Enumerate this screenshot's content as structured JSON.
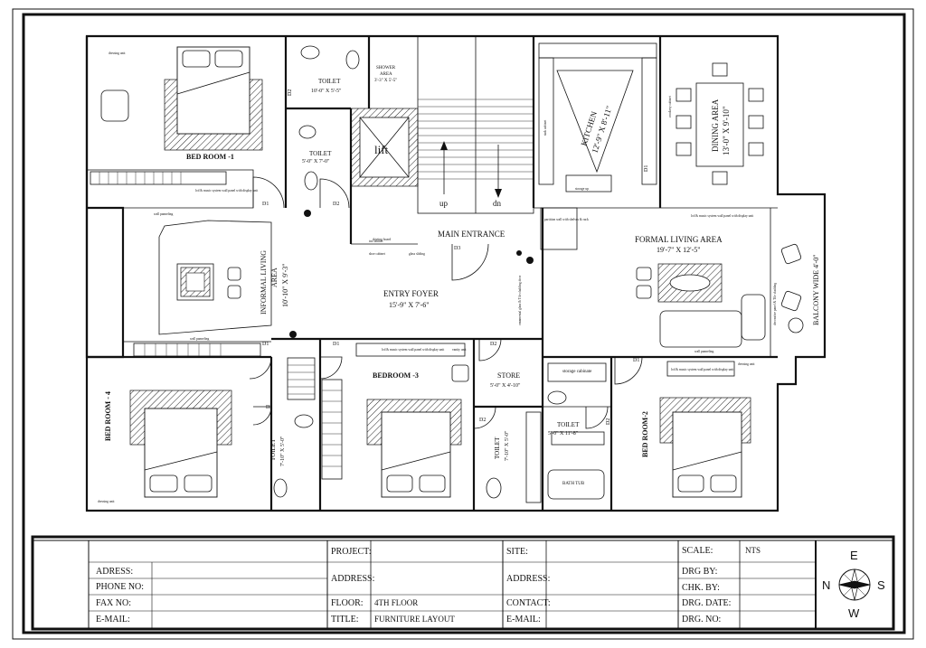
{
  "rooms": {
    "bed1": {
      "name": "BED ROOM -1"
    },
    "toilet1": {
      "name": "TOILET",
      "size": "10'-0\" X 5'-5\""
    },
    "shower": {
      "name": "SHOWER",
      "name2": "AREA",
      "size": "3'-3\" X 5'-5\""
    },
    "toilet2": {
      "name": "TOILET",
      "size": "5'-0\" X 7'-0\""
    },
    "lift": {
      "name": "lift"
    },
    "stair_up": "up",
    "stair_dn": "dn",
    "kitchen": {
      "name": "KITCHEN",
      "size": "12'-9\" X 8'-11\""
    },
    "dining": {
      "name": "DINING AREA",
      "size": "13'-0\" X 9'-10\""
    },
    "main_entrance": "MAIN ENTRANCE",
    "informal": {
      "name": "INFORMAL LIVING",
      "name2": "AREA",
      "size": "10'-10\" X 9'-3\""
    },
    "foyer": {
      "name": "ENTRY FOYER",
      "size": "15'-9\" X 7'-6\""
    },
    "formal": {
      "name": "FORMAL LIVING AREA",
      "size": "19'-7\" X 12'-5\""
    },
    "balcony": "BALCONY WIDE 4'-0\"",
    "bed4": {
      "name": "BED ROOM - 4"
    },
    "toilet3": {
      "name": "TOILET",
      "size": "7'-10\" X 5'-0\""
    },
    "bed3": {
      "name": "BEDROOM -3"
    },
    "store": {
      "name": "STORE",
      "size": "5'-0\" X 4'-10\""
    },
    "toilet4": {
      "name": "TOILET",
      "size": "7'-10\" X 5'-0\""
    },
    "toilet5": {
      "name": "TOILET",
      "size": "5'-0\" X 11'-8\""
    },
    "bed2": {
      "name": "BED ROOM-2"
    },
    "storage_cab": "storage cabinate",
    "bath_tub": "BATH TUB"
  },
  "doors": {
    "d1": "D1",
    "d2": "D2",
    "d3": "D3"
  },
  "small_notes": {
    "dressing": "dressing unit",
    "lcd": "lcd & music system wall panel with display unit",
    "wall_panelling": "wall panneling",
    "vanity": "vanity unit",
    "shoe": "shoe cabinet",
    "cabinet": "tea cabinet",
    "glass_sliding": "glass sliding",
    "skirting": "skirting board",
    "crockery": "crockery cabinet",
    "sink": "sink cabinet",
    "storage_up": "storage up",
    "decorative": "decorative panel & Tile cladding",
    "ornamental": "ornamental glass & Tile cladding door",
    "partition": "partition wall with shelves & rack"
  },
  "title_block": {
    "project_label": "PROJECT:",
    "project_value": "",
    "site_label": "SITE:",
    "site_value": "",
    "scale_label": "SCALE:",
    "scale_value": "NTS",
    "address_label": "ADRESS:",
    "phone_label": "PHONE NO:",
    "fax_label": "FAX NO:",
    "email_label": "E-MAIL:",
    "address2_label": "ADDRESS:",
    "address3_label": "ADDRESS:",
    "drg_by_label": "DRG BY:",
    "chk_by_label": "CHK. BY:",
    "floor_label": "FLOOR:",
    "floor_value": "4TH  FLOOR",
    "contact_label": "CONTACT:",
    "drg_date_label": "DRG. DATE:",
    "title_label": "TITLE:",
    "title_value": "FURNITURE LAYOUT",
    "email2_label": "E-MAIL:",
    "drg_no_label": "DRG. NO:"
  },
  "compass": {
    "n": "N",
    "e": "E",
    "s": "S",
    "w": "W"
  }
}
